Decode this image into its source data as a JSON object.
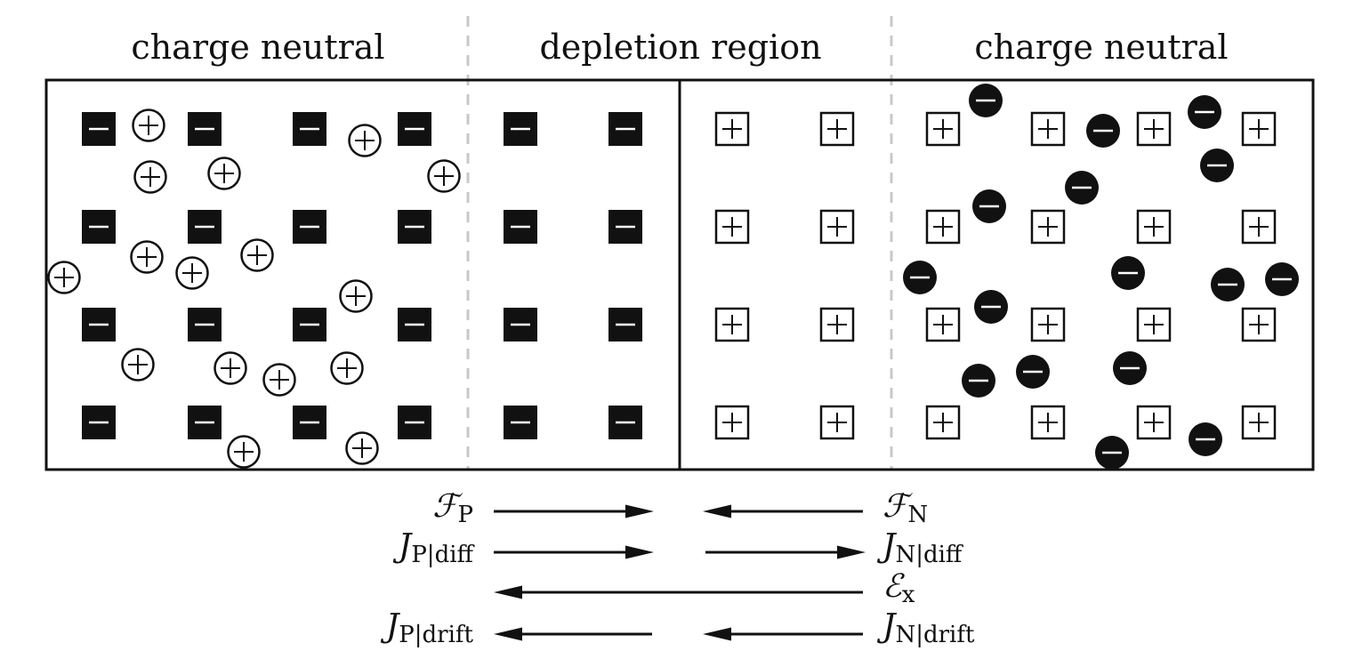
{
  "regions": {
    "left_title": "charge neutral",
    "center_title": "depletion region",
    "right_title": "charge neutral"
  },
  "legend": {
    "FP": {
      "main": "ℱ",
      "sub": "P"
    },
    "FN": {
      "main": "ℱ",
      "sub": "N"
    },
    "JPdiff": {
      "main": "J",
      "sub": "P|diff"
    },
    "JNdiff": {
      "main": "J",
      "sub": "N|diff"
    },
    "Ex": {
      "main": "ℰ",
      "sub": "x"
    },
    "JPdrift": {
      "main": "J",
      "sub": "P|drift"
    },
    "JNdrift": {
      "main": "J",
      "sub": "N|drift"
    }
  },
  "colors": {
    "ink": "#111111",
    "divider": "#c8c8c8",
    "paper": "#ffffff"
  },
  "symbols": {
    "acceptor_ion": "filled-square-minus",
    "donor_ion": "outlined-square-plus",
    "hole": "outlined-circle-plus",
    "electron": "filled-circle-minus"
  }
}
